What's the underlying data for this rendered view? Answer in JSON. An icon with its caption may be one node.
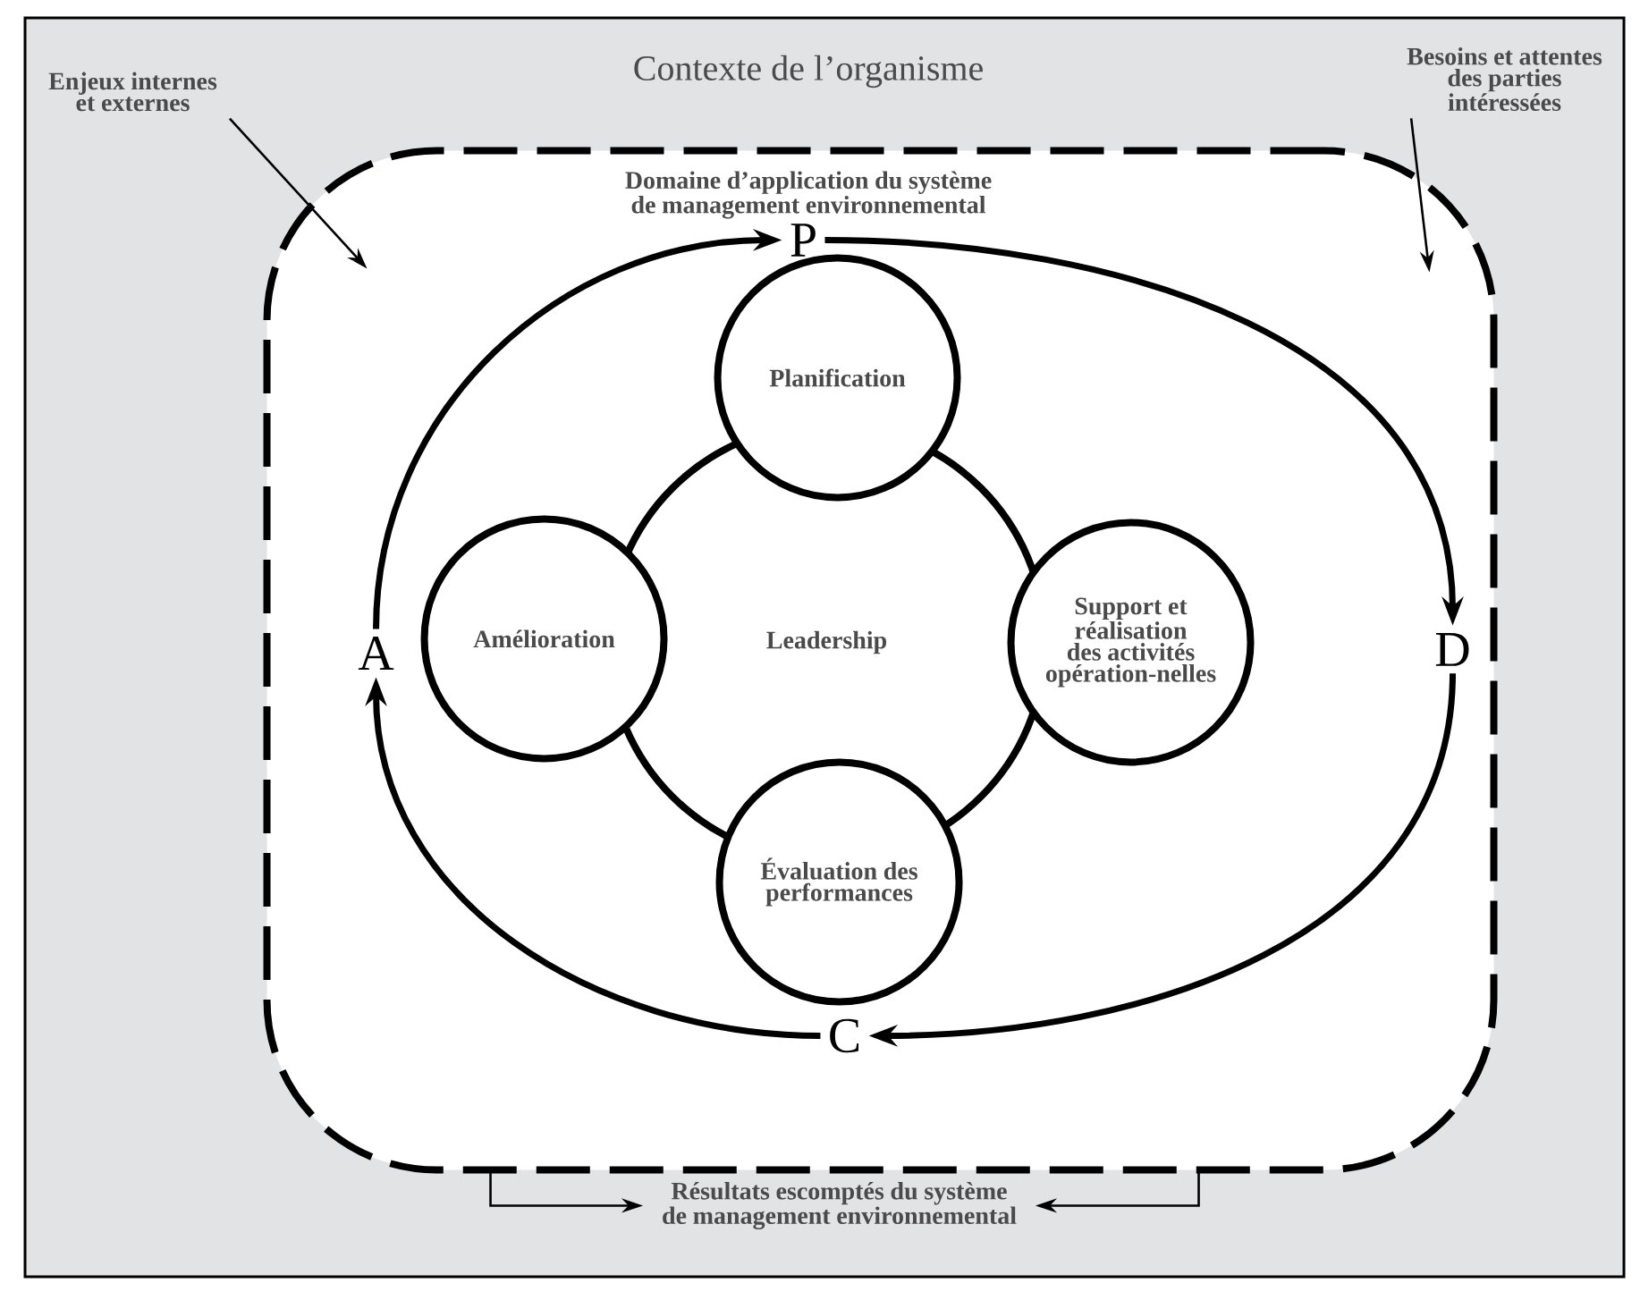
{
  "diagram": {
    "nodes": [
      {
        "text": [
          "Contexte de l’organisme"
        ]
      },
      {
        "text": [
          "Enjeux internes et externes"
        ],
        "in": 0
      },
      {
        "text": [
          "Besoins et attentes des parties intéressées"
        ],
        "in": 0
      },
      {
        "text": [
          "Domaine d’application du système de management environnemental"
        ],
        "in": 0
      },
      {
        "text": [
          "P"
        ],
        "in": 3
      },
      {
        "text": [
          "Planification"
        ],
        "in": 3
      },
      {
        "text": [
          "A"
        ],
        "in": 3
      },
      {
        "text": [
          "Amélioration"
        ],
        "in": 3
      },
      {
        "text": [
          "Leadership"
        ],
        "in": 3
      },
      {
        "text": [
          "Support et réalisation des activités opération-nelles"
        ],
        "in": 3
      },
      {
        "text": [
          "D"
        ],
        "in": 3
      },
      {
        "text": [
          "Évaluation des performances"
        ],
        "in": 3
      },
      {
        "text": [
          "C"
        ],
        "in": 3
      },
      {
        "text": [
          "Résultats escomptés du système de management environnemental"
        ],
        "in": 0
      }
    ],
    "edges": [
      {
        "from": 1,
        "to": 3,
        "arrow": "to"
      },
      {
        "from": 2,
        "to": 3,
        "arrow": "to"
      },
      {
        "from": 4,
        "to": 10,
        "arrow": "to",
        "style": "thick"
      },
      {
        "from": 10,
        "to": 12,
        "arrow": "to",
        "style": "thick"
      },
      {
        "from": 12,
        "to": 6,
        "arrow": "to",
        "style": "thick"
      },
      {
        "from": 6,
        "to": 4,
        "arrow": "to",
        "style": "thick"
      },
      {
        "from": 3,
        "to": 13,
        "arrow": "to"
      },
      {
        "from": 3,
        "to": 13,
        "arrow": "to"
      }
    ]
  }
}
